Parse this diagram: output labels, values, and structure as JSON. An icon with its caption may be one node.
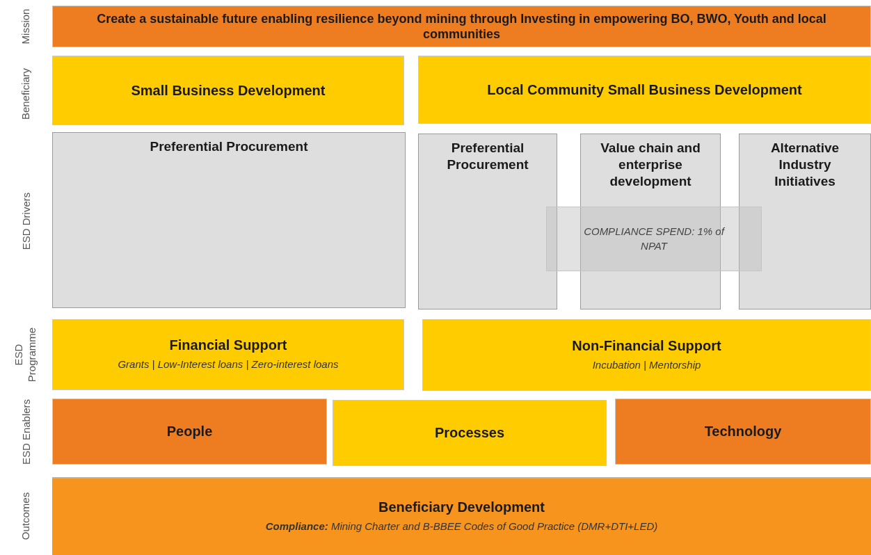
{
  "diagram": {
    "nodes": [
      {
        "text": [
          "Create a sustainable future enabling resilience beyond mining through Investing in empowering BO, BWO, Youth and local communities"
        ]
      },
      {
        "text": [
          "Small Business Development"
        ]
      },
      {
        "text": [
          "Local Community Small Business Development"
        ]
      },
      {
        "text": [
          "Preferential Procurement"
        ]
      },
      {
        "text": [
          "Preferential Procurement"
        ]
      },
      {
        "text": [
          "Value chain and enterprise development"
        ]
      },
      {
        "text": [
          "Alternative Industry Initiatives"
        ]
      },
      {
        "text": [
          "COMPLIANCE SPEND: 1% of NPAT"
        ]
      },
      {
        "text": [
          "Financial Support",
          "Grants | Low-Interest loans | Zero-interest loans"
        ]
      },
      {
        "text": [
          "Non-Financial Support",
          "Incubation | Mentorship"
        ]
      },
      {
        "text": [
          "People"
        ]
      },
      {
        "text": [
          "Processes"
        ]
      },
      {
        "text": [
          "Technology"
        ]
      },
      {
        "text": [
          "Beneficiary Development",
          "**Compliance:** Mining Charter and B-BBEE Codes of Good Practice (DMR+DTI+LED)"
        ]
      }
    ],
    "labels": [
      "Mission",
      "Beneficiary",
      "ESD Drivers",
      "ESD Programme",
      "ESD Enablers",
      "Outcomes"
    ]
  }
}
